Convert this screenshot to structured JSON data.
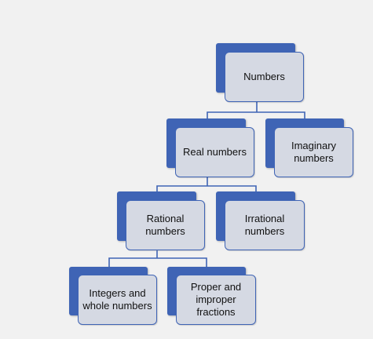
{
  "colors": {
    "background": "#f1f1f1",
    "box_back": "#3f64b5",
    "box_front": "#d5d9e3",
    "box_border": "#3f64b5",
    "connector": "#3f64b5",
    "text": "#111111"
  },
  "nodes": {
    "numbers": "Numbers",
    "real": "Real numbers",
    "imaginary": "Imaginary numbers",
    "rational": "Rational numbers",
    "irrational": "Irrational numbers",
    "integers": "Integers and whole numbers",
    "fractions": "Proper and improper fractions"
  }
}
